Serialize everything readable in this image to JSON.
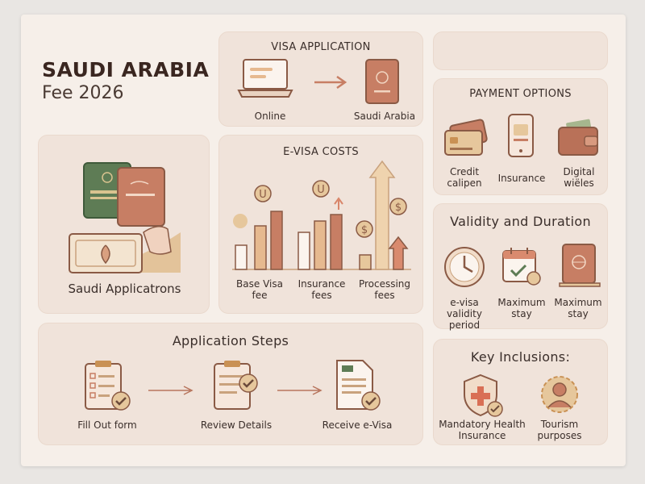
{
  "header": {
    "title": "SAUDI ARABIA",
    "subtitle": "Fee 2026"
  },
  "visa_application": {
    "title": "VISA APPLICATION",
    "items": [
      {
        "label": "Online",
        "icon": "laptop-icon"
      },
      {
        "label": "Saudi Arabia",
        "icon": "passport-icon"
      }
    ]
  },
  "left_panel": {
    "label": "Saudi Applicatrons"
  },
  "evisa_costs": {
    "title": "E-VISA COSTS",
    "labels": [
      "Base Visa fee",
      "Insurance fees",
      "Processing fees"
    ],
    "currency_symbols": [
      "U",
      "U",
      "$",
      "$"
    ]
  },
  "payment_options": {
    "title": "PAYMENT OPTIONS",
    "items": [
      {
        "label": "Credit calipen",
        "icon": "credit-card-icon"
      },
      {
        "label": "Insurance",
        "icon": "phone-icon"
      },
      {
        "label": "Digital wiëles",
        "icon": "wallet-icon"
      }
    ]
  },
  "validity": {
    "title": "Validity and Duration",
    "items": [
      {
        "label": "e-visa validity period",
        "icon": "clock-icon"
      },
      {
        "label": "Maximum stay",
        "icon": "calendar-icon"
      },
      {
        "label": "Maximum stay",
        "icon": "passport-icon"
      }
    ]
  },
  "steps": {
    "title": "Application Steps",
    "items": [
      {
        "label": "Fill Out form",
        "icon": "clipboard-icon"
      },
      {
        "label": "Review Details",
        "icon": "clipboard-check-icon"
      },
      {
        "label": "Receive e-Visa",
        "icon": "document-icon"
      }
    ]
  },
  "inclusions": {
    "title": "Key Inclusions:",
    "items": [
      {
        "label": "Mandatory Health Insurance",
        "icon": "shield-icon"
      },
      {
        "label": "Tourism purposes",
        "icon": "tourist-icon"
      }
    ]
  },
  "colors": {
    "terracotta": "#c77e64",
    "sand": "#e6c79c",
    "gold": "#d9a866",
    "green": "#5e7c55",
    "brown": "#8a5a45"
  }
}
